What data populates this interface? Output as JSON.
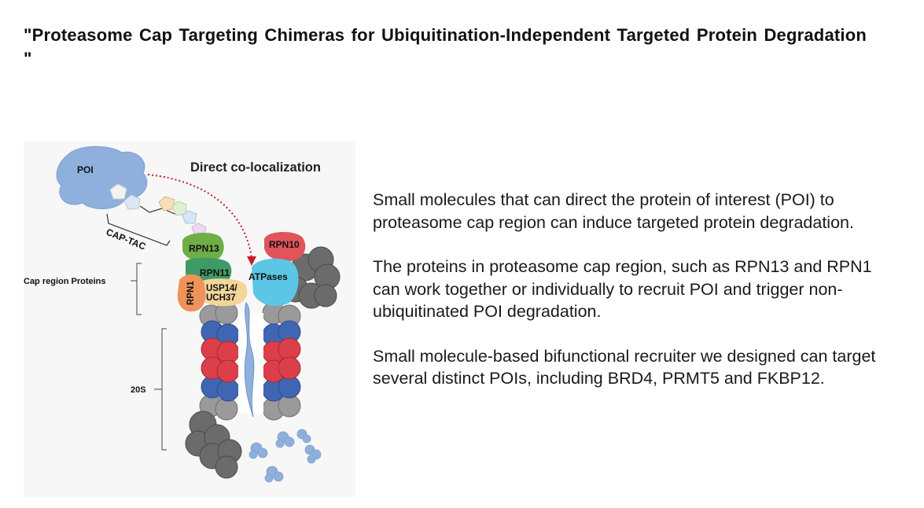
{
  "title": "\"Proteasome Cap Targeting Chimeras for Ubiquitination-Independent Targeted Protein Degradation \"",
  "figure": {
    "heading": "Direct co-localization",
    "labels": {
      "poi": "POI",
      "cap_tac": "CAP-TAC",
      "cap_region": "Cap region Proteins",
      "rpn13": "RPN13",
      "rpn10": "RPN10",
      "rpn11": "RPN11",
      "rpn1": "RPN1",
      "usp14": "USP14/",
      "uch37": "UCH37",
      "atpases": "ATPases",
      "s20": "20S"
    },
    "colors": {
      "poi_blue": "#8fb0dc",
      "rpn13_green": "#6fae47",
      "rpn11_green": "#3f9b66",
      "rpn10_red": "#e0545c",
      "rpn1_orange": "#f0935a",
      "usp_beige": "#f4d69a",
      "atpase_cyan": "#5bc6e6",
      "ring_blue": "#4066b3",
      "ring_red": "#db3f4a",
      "ring_grey": "#9a9a9a",
      "arrow_red": "#c0202a"
    }
  },
  "paragraphs": [
    "Small molecules that can direct the protein of interest (POI) to proteasome cap region can induce targeted protein degradation.",
    "The proteins in proteasome cap region, such as RPN13 and RPN1 can work together or individually to recruit POI and trigger non-ubiquitinated POI degradation.",
    "Small molecule-based bifunctional recruiter we designed can target several distinct POIs, including BRD4, PRMT5 and FKBP12."
  ]
}
